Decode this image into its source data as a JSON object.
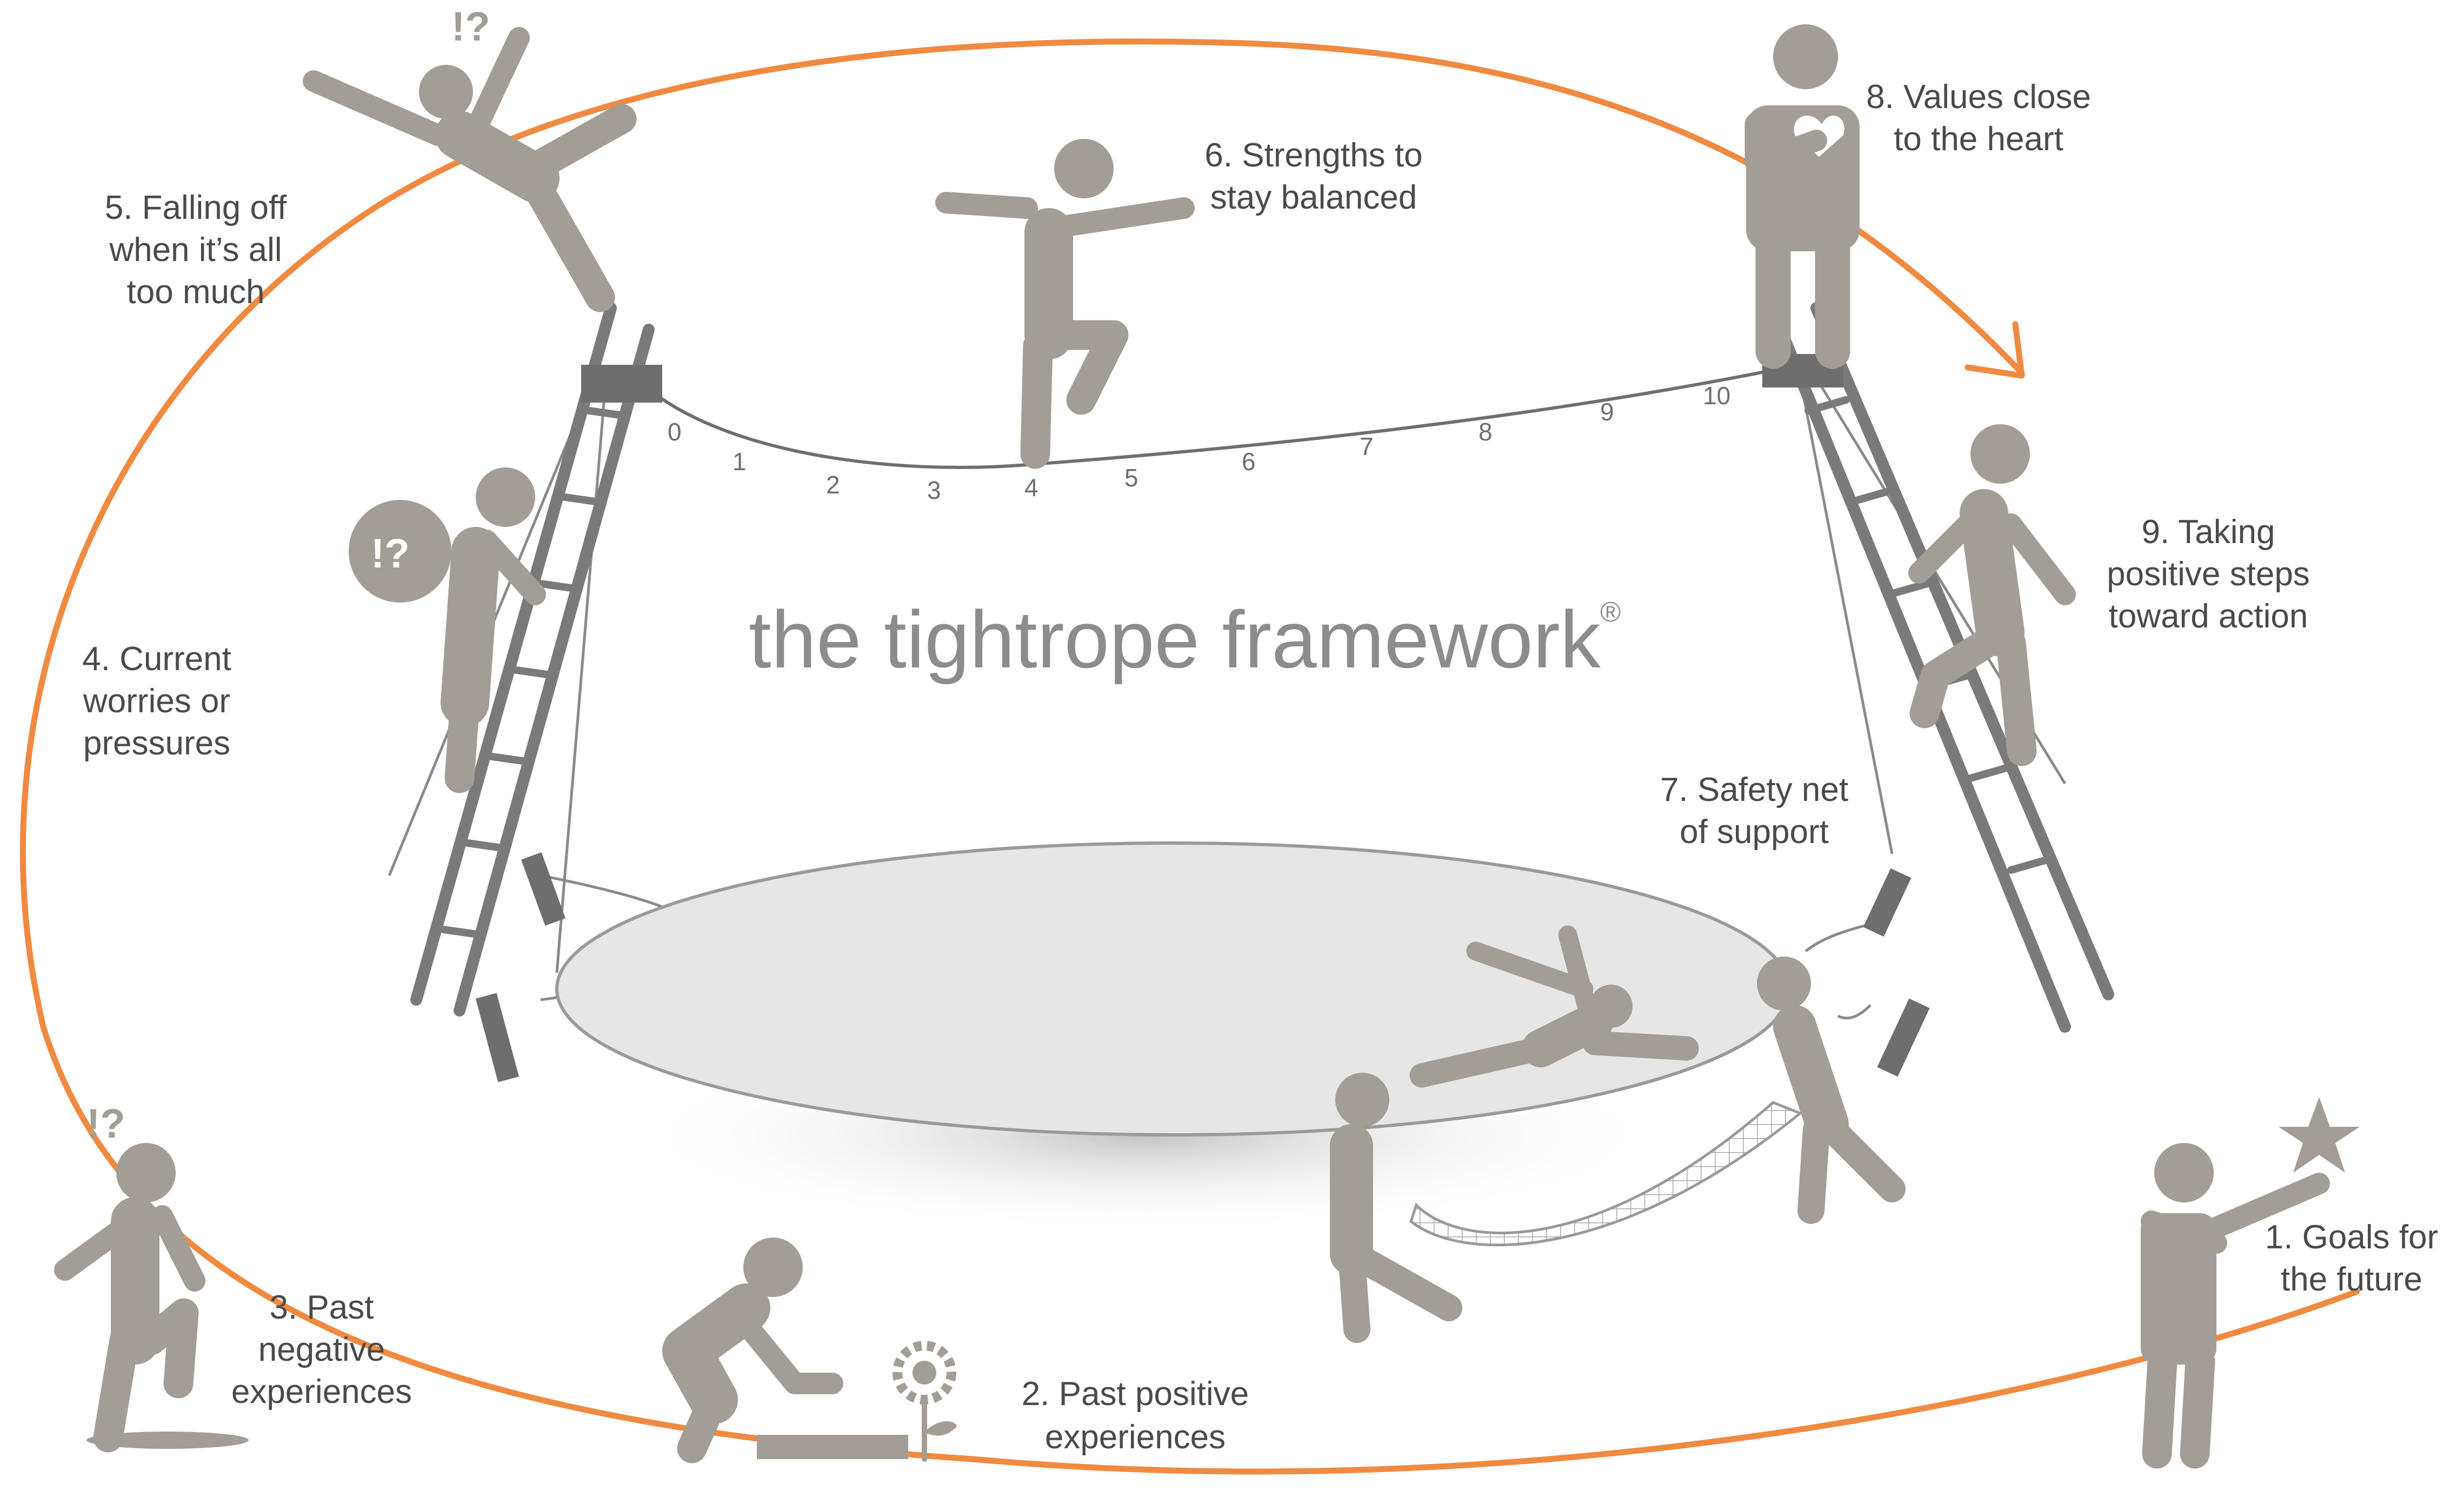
{
  "title": "the tightrope framework",
  "registered_mark": "®",
  "scale_ticks": [
    "0",
    "1",
    "2",
    "3",
    "4",
    "5",
    "6",
    "7",
    "8",
    "9",
    "10"
  ],
  "labels": {
    "goals": [
      "1. Goals for",
      "the future"
    ],
    "past_positive": [
      "2. Past positive",
      "experiences"
    ],
    "past_negative": [
      "3. Past",
      "negative",
      "experiences"
    ],
    "worries": [
      "4. Current",
      "worries or",
      "pressures"
    ],
    "falling": [
      "5. Falling off",
      "when it’s all",
      "too much"
    ],
    "strengths": [
      "6. Strengths to",
      "stay balanced"
    ],
    "safety_net": [
      "7. Safety net",
      "of support"
    ],
    "values": [
      "8. Values close",
      "to the heart"
    ],
    "steps": [
      "9. Taking",
      "positive steps",
      "toward action"
    ]
  },
  "marks": {
    "question_exclaim": "!?"
  },
  "colors": {
    "figure": "#a29e96",
    "ladder": "#7a7a7a",
    "arrow": "#f08a40",
    "text": "#4a4a4a",
    "net": "#e6e6e6"
  }
}
